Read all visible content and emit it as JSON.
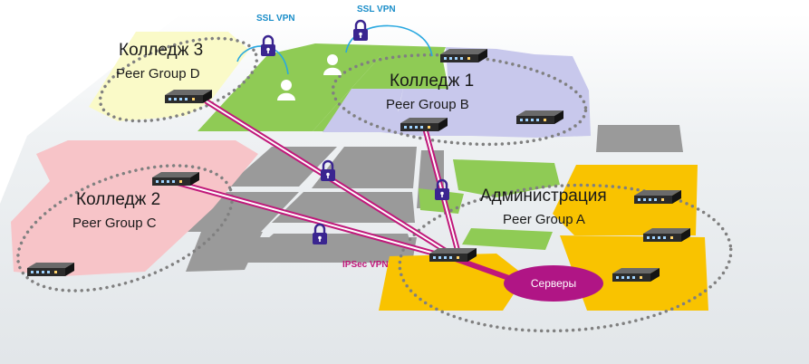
{
  "labels": {
    "college3": {
      "title": "Колледж 3",
      "group": "Peer Group D"
    },
    "college1": {
      "title": "Колледж 1",
      "group": "Peer Group B"
    },
    "college2": {
      "title": "Колледж 2",
      "group": "Peer Group C"
    },
    "admin": {
      "title": "Администрация",
      "group": "Peer Group A"
    },
    "ssl_vpn_left": "SSL VPN",
    "ssl_vpn_right": "SSL VPN",
    "ipsec_vpn": "IPSec VPN",
    "servers": "Серверы"
  },
  "colors": {
    "yellow_zone": "#fafac8",
    "green_zone": "#8fcb55",
    "lavender_zone": "#c8c8ec",
    "pink_zone": "#f7c4c8",
    "orange_zone": "#f9c300",
    "gray_block": "#9a9a9a",
    "road": "#e8ecef",
    "ipsec_link": "#c0187a",
    "lock": "#3a2590",
    "ssl_arc": "#29a8e0",
    "servers_fill": "#b01585"
  },
  "icons": [
    "router-icon",
    "lock-icon",
    "user-icon"
  ]
}
